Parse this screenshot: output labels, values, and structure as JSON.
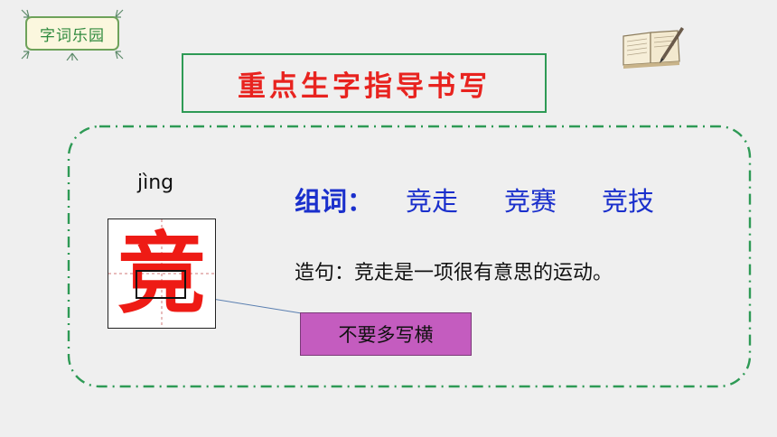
{
  "badge": {
    "label": "字词乐园"
  },
  "title": {
    "text": "重点生字指导书写"
  },
  "character": {
    "pinyin": "jìng",
    "char": "竞"
  },
  "words": {
    "label": "组词：",
    "items": [
      "竞走",
      "竞赛",
      "竞技"
    ]
  },
  "sentence": {
    "text": "造句：竞走是一项很有意思的运动。"
  },
  "note": {
    "text": "不要多写横"
  },
  "colors": {
    "title_red": "#e8231f",
    "char_red": "#ee1b15",
    "word_blue": "#1a2fcc",
    "frame_green": "#2e9a55",
    "note_bg": "#c45cbf"
  },
  "icons": {
    "book": "open-book-with-pen-icon",
    "badge_decor": "leaf-decoration"
  }
}
